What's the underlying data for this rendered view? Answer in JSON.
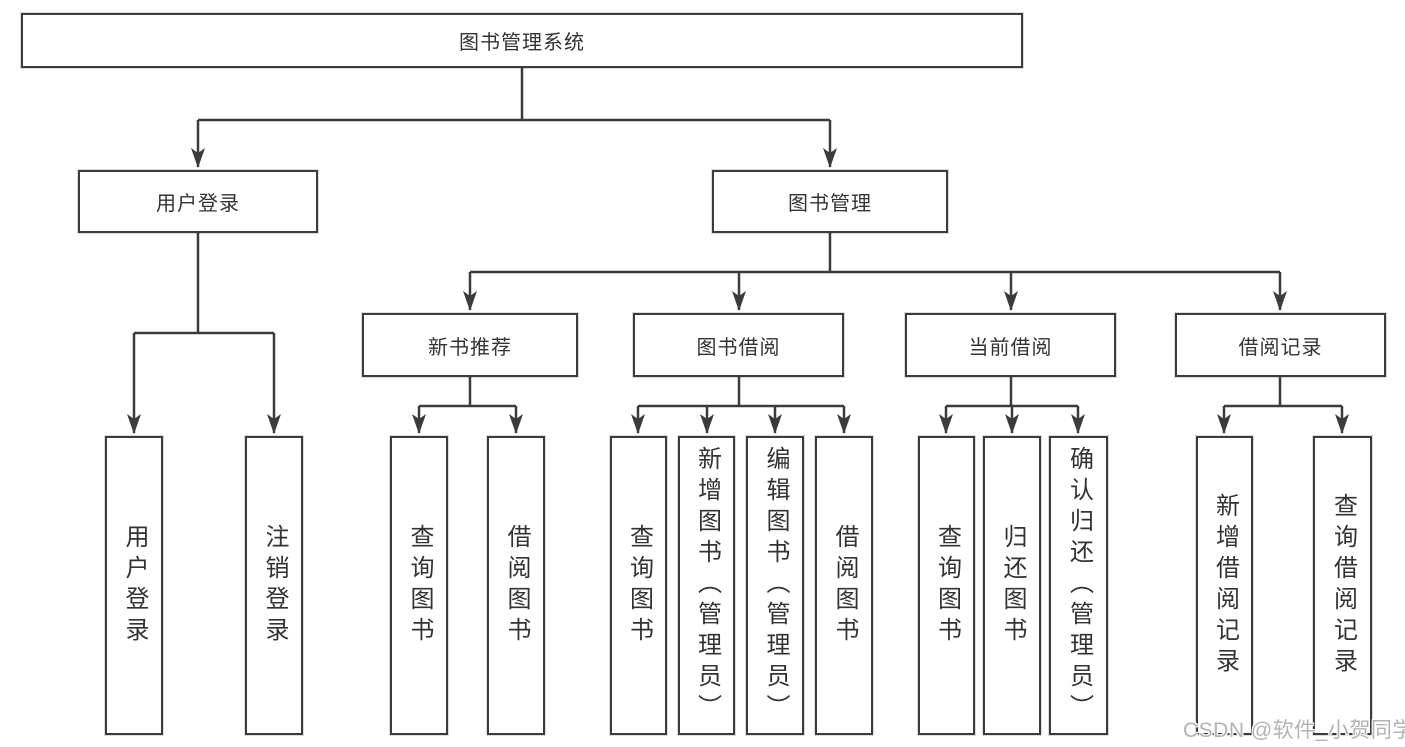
{
  "diagram": {
    "root": {
      "label": "图书管理系统"
    },
    "branches": [
      {
        "id": "user-login",
        "label": "用户登录",
        "children": [
          {
            "label": "用户登录"
          },
          {
            "label": "注销登录"
          }
        ]
      },
      {
        "id": "book-management",
        "label": "图书管理",
        "sections": [
          {
            "id": "new-book-recommend",
            "label": "新书推荐",
            "children": [
              {
                "label": "查询图书"
              },
              {
                "label": "借阅图书"
              }
            ]
          },
          {
            "id": "book-borrowing",
            "label": "图书借阅",
            "children": [
              {
                "label": "查询图书"
              },
              {
                "label": "新增图书（管理员）"
              },
              {
                "label": "编辑图书（管理员）"
              },
              {
                "label": "借阅图书"
              }
            ]
          },
          {
            "id": "current-borrowing",
            "label": "当前借阅",
            "children": [
              {
                "label": "查询图书"
              },
              {
                "label": "归还图书"
              },
              {
                "label": "确认归还（管理员）"
              }
            ]
          },
          {
            "id": "borrowing-records",
            "label": "借阅记录",
            "children": [
              {
                "label": "新增借阅记录"
              },
              {
                "label": "查询借阅记录"
              }
            ]
          }
        ]
      }
    ]
  },
  "watermark": {
    "text": "CSDN @软件_小贺同学"
  },
  "colors": {
    "line": "#3b3b3b",
    "text": "#333333",
    "watermark": "#b3b3b3",
    "background": "#ffffff"
  }
}
